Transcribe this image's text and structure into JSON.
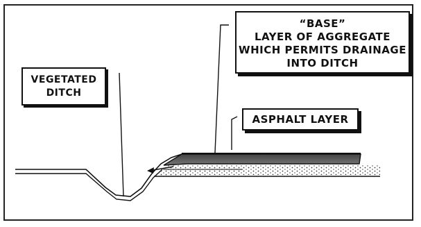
{
  "labels": {
    "base": [
      "“BASE”",
      "LAYER OF AGGREGATE",
      "WHICH PERMITS DRAINAGE",
      "INTO DITCH"
    ],
    "vegetated": [
      "VEGETATED",
      "DITCH"
    ],
    "asphalt": "ASPHALT LAYER"
  },
  "colors": {
    "ink": "#111111",
    "asphalt_fill": "#555555",
    "aggregate_dots": "#333333",
    "background": "#ffffff"
  }
}
